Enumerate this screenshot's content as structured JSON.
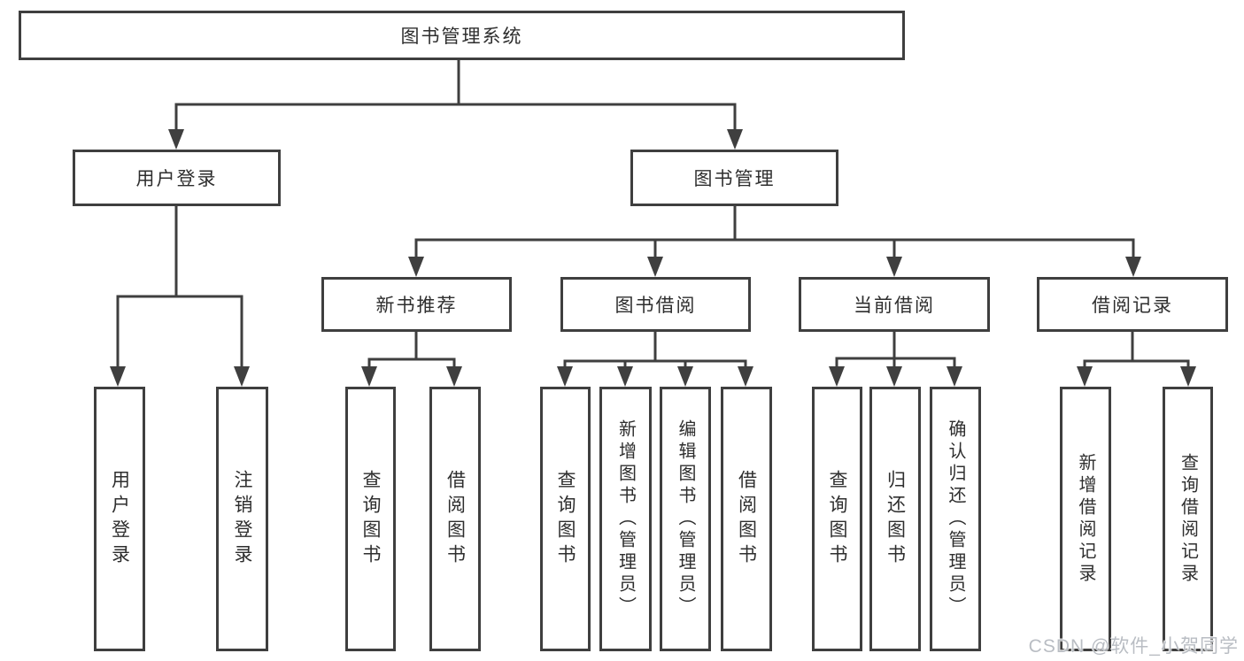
{
  "title": "图书管理系统",
  "watermark": "CSDN @软件_小贺同学",
  "colors": {
    "line": "#3f3f3f",
    "text": "#2e2e2e",
    "background": "#ffffff",
    "watermark": "#b9bdc3"
  },
  "tree": {
    "label": "图书管理系统",
    "children": [
      {
        "label": "用户登录",
        "children": [
          {
            "label": "用户登录"
          },
          {
            "label": "注销登录"
          }
        ]
      },
      {
        "label": "图书管理",
        "children": [
          {
            "label": "新书推荐",
            "children": [
              {
                "label": "查询图书"
              },
              {
                "label": "借阅图书"
              }
            ]
          },
          {
            "label": "图书借阅",
            "children": [
              {
                "label": "查询图书"
              },
              {
                "label": "新增图书（管理员）"
              },
              {
                "label": "编辑图书（管理员）"
              },
              {
                "label": "借阅图书"
              }
            ]
          },
          {
            "label": "当前借阅",
            "children": [
              {
                "label": "查询图书"
              },
              {
                "label": "归还图书"
              },
              {
                "label": "确认归还（管理员）"
              }
            ]
          },
          {
            "label": "借阅记录",
            "children": [
              {
                "label": "新增借阅记录"
              },
              {
                "label": "查询借阅记录"
              }
            ]
          }
        ]
      }
    ]
  }
}
